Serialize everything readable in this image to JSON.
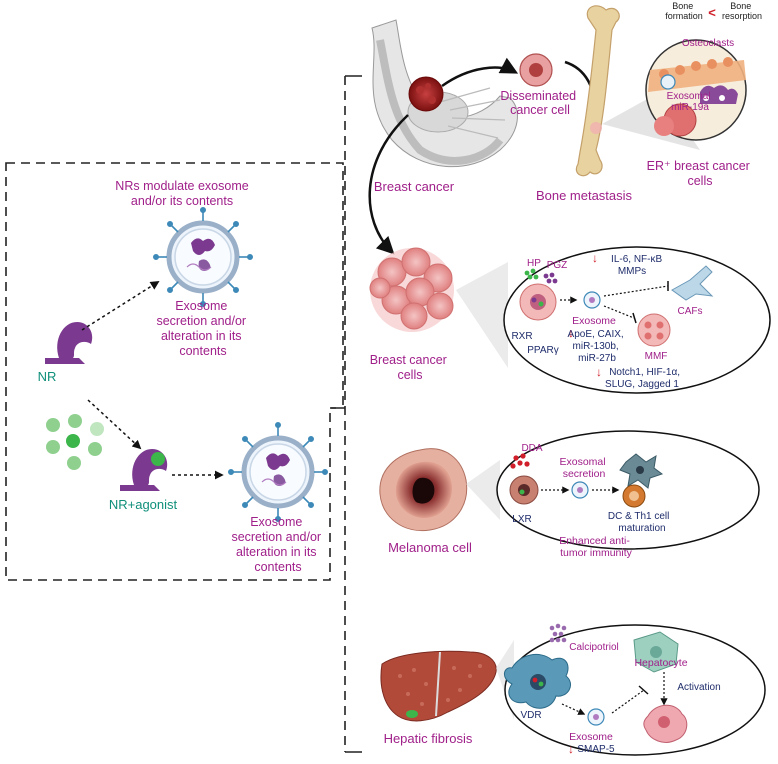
{
  "left_panel": {
    "title_line1": "NRs modulate exosome",
    "title_line2": "and/or its contents",
    "nr_label": "NR",
    "nr_agonist_label": "NR+agonist",
    "exosome_text_1": [
      "Exosome",
      "secretion and/or",
      "alteration in its",
      "contents"
    ],
    "exosome_text_2": [
      "Exosome",
      "secretion and/or",
      "alteration in its",
      "contents"
    ]
  },
  "bone_section": {
    "breast_cancer": "Breast cancer",
    "disseminated": [
      "Disseminated",
      "cancer cell"
    ],
    "bone_metastasis": "Bone metastasis",
    "bone_formation": [
      "Bone",
      "formation"
    ],
    "less_than": "<",
    "bone_resorption": [
      "Bone",
      "resorption"
    ],
    "osteoclasts": "Osteoclasts",
    "exosomal_mir": [
      "Exosomal",
      "miR-19a"
    ],
    "er_breast": [
      "ER⁺ breast cancer",
      "cells"
    ]
  },
  "breast_section": {
    "label": [
      "Breast cancer",
      "cells"
    ],
    "hp": "HP",
    "pgz": "PGZ",
    "rxr": "RXR",
    "ppar": "PPARγ",
    "il6": [
      "IL-6, NF-κB",
      "MMPs"
    ],
    "cafs": "CAFs",
    "exosome": "Exosome",
    "cargo": [
      "ApoE, CAIX,",
      "miR-130b,",
      "miR-27b"
    ],
    "mmf": "MMF",
    "notch": [
      "Notch1, HIF-1α,",
      "SLUG, Jagged 1"
    ]
  },
  "melanoma_section": {
    "label": "Melanoma cell",
    "dda": "DDA",
    "lxr": "LXR",
    "exosomal_secretion": [
      "Exosomal",
      "secretion"
    ],
    "dc_th1": [
      "DC & Th1 cell",
      "maturation"
    ],
    "immunity": [
      "Enhanced anti-",
      "tumor immunity"
    ]
  },
  "hepatic_section": {
    "label": "Hepatic fibrosis",
    "calcipotriol": "Calcipotriol",
    "vdr": "VDR",
    "hepatocyte": "Hepatocyte",
    "activation": "Activation",
    "exosome": "Exosome",
    "smap": "SMAP-5"
  },
  "colors": {
    "magenta": "#a0208a",
    "navy": "#1f2d6b",
    "teal": "#0f8f7a",
    "red": "#d01f2a",
    "nr_purple": "#7b3a8f",
    "agonist_green": "#3cb54a"
  }
}
